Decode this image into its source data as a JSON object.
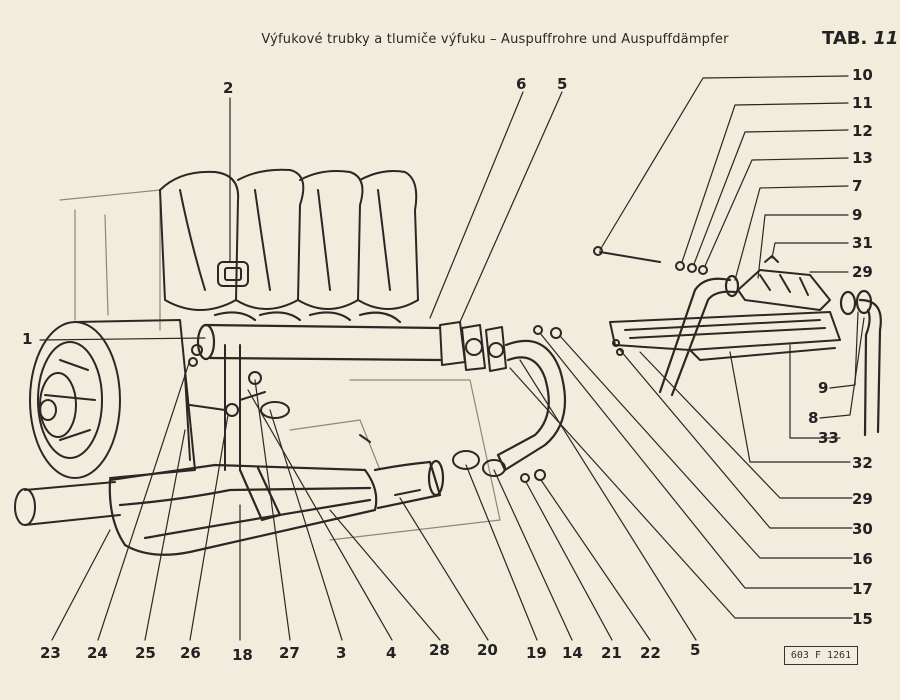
{
  "header": {
    "title": "Výfukové trubky a tlumiče výfuku – Auspuffrohre und Auspuffdämpfer",
    "tab_prefix": "TAB.",
    "tab_number": "11"
  },
  "stamp": "603 F 1261",
  "callouts": [
    {
      "id": "c2",
      "text": "2"
    },
    {
      "id": "c6",
      "text": "6"
    },
    {
      "id": "c5a",
      "text": "5"
    },
    {
      "id": "c10",
      "text": "10"
    },
    {
      "id": "c11",
      "text": "11"
    },
    {
      "id": "c12",
      "text": "12"
    },
    {
      "id": "c13",
      "text": "13"
    },
    {
      "id": "c7",
      "text": "7"
    },
    {
      "id": "c9a",
      "text": "9"
    },
    {
      "id": "c31",
      "text": "31"
    },
    {
      "id": "c29a",
      "text": "29"
    },
    {
      "id": "c1",
      "text": "1"
    },
    {
      "id": "c9b",
      "text": "9"
    },
    {
      "id": "c8",
      "text": "8"
    },
    {
      "id": "c33",
      "text": "33"
    },
    {
      "id": "c32",
      "text": "32"
    },
    {
      "id": "c29b",
      "text": "29"
    },
    {
      "id": "c30",
      "text": "30"
    },
    {
      "id": "c16",
      "text": "16"
    },
    {
      "id": "c17",
      "text": "17"
    },
    {
      "id": "c15",
      "text": "15"
    },
    {
      "id": "c23",
      "text": "23"
    },
    {
      "id": "c24",
      "text": "24"
    },
    {
      "id": "c25",
      "text": "25"
    },
    {
      "id": "c26",
      "text": "26"
    },
    {
      "id": "c18",
      "text": "18"
    },
    {
      "id": "c27",
      "text": "27"
    },
    {
      "id": "c3",
      "text": "3"
    },
    {
      "id": "c4",
      "text": "4"
    },
    {
      "id": "c28",
      "text": "28"
    },
    {
      "id": "c20",
      "text": "20"
    },
    {
      "id": "c19",
      "text": "19"
    },
    {
      "id": "c14",
      "text": "14"
    },
    {
      "id": "c21",
      "text": "21"
    },
    {
      "id": "c22",
      "text": "22"
    },
    {
      "id": "c5b",
      "text": "5"
    }
  ]
}
